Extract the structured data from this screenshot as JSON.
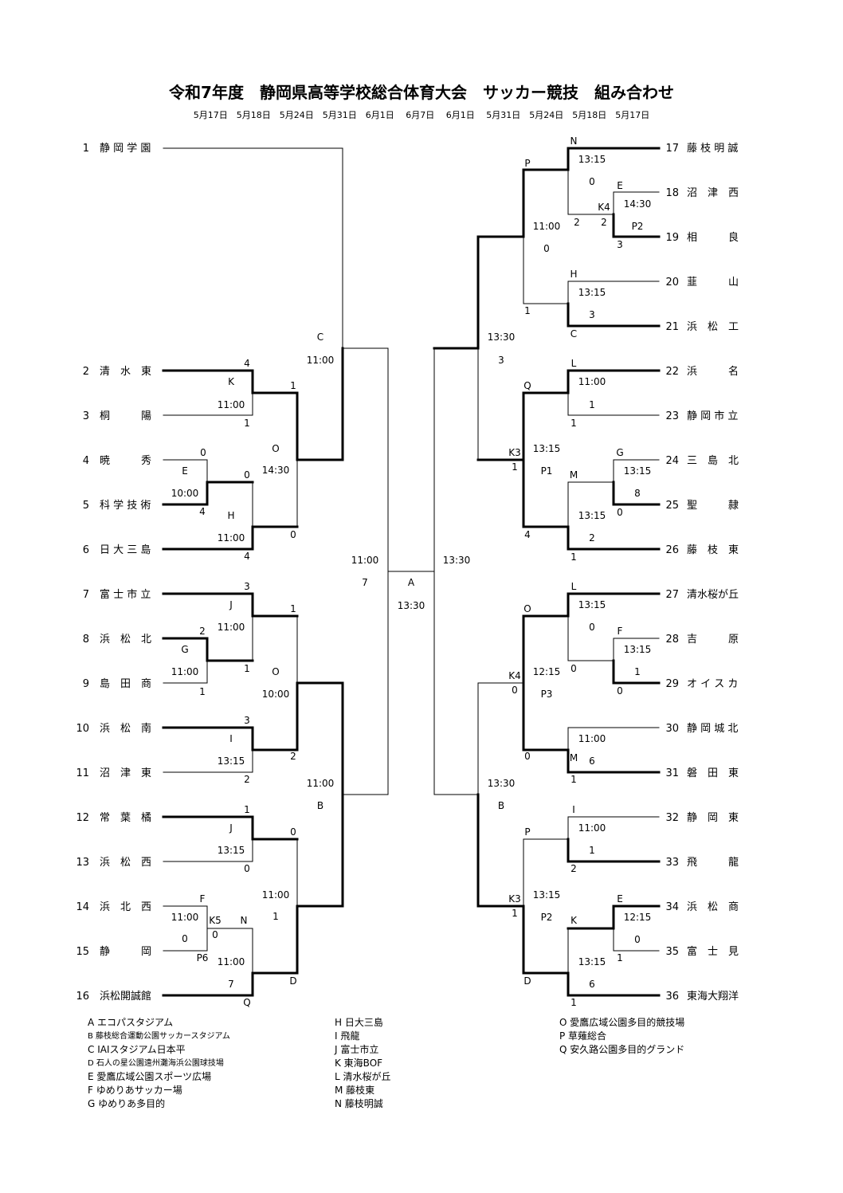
{
  "title": "令和7年度　静岡県高等学校総合体育大会　サッカー競技　組み合わせ",
  "dates": "5月17日　5月18日　5月24日　5月31日　6月1日　 6月7日 　6月1日　 5月31日　5月24日　5月18日　5月17日",
  "teams_left": [
    {
      "no": "1",
      "name": "静 岡 学 園"
    },
    {
      "no": "2",
      "name": "清　水　東"
    },
    {
      "no": "3",
      "name": "桐　　　陽"
    },
    {
      "no": "4",
      "name": "暁　　　秀"
    },
    {
      "no": "5",
      "name": "科 学 技 術"
    },
    {
      "no": "6",
      "name": "日 大 三 島"
    },
    {
      "no": "7",
      "name": "富 士 市 立"
    },
    {
      "no": "8",
      "name": "浜　松　北"
    },
    {
      "no": "9",
      "name": "島　田　商"
    },
    {
      "no": "10",
      "name": "浜　松　南"
    },
    {
      "no": "11",
      "name": "沼　津　東"
    },
    {
      "no": "12",
      "name": "常　葉　橘"
    },
    {
      "no": "13",
      "name": "浜　松　西"
    },
    {
      "no": "14",
      "name": "浜　北　西"
    },
    {
      "no": "15",
      "name": "静　　　岡"
    },
    {
      "no": "16",
      "name": "浜松開誠館"
    }
  ],
  "teams_right": [
    {
      "no": "17",
      "name": "藤 枝 明 誠"
    },
    {
      "no": "18",
      "name": "沼　津　西"
    },
    {
      "no": "19",
      "name": "相　　　良"
    },
    {
      "no": "20",
      "name": "韮　　　山"
    },
    {
      "no": "21",
      "name": "浜　松　工"
    },
    {
      "no": "22",
      "name": "浜　　　名"
    },
    {
      "no": "23",
      "name": "静 岡 市 立"
    },
    {
      "no": "24",
      "name": "三　島　北"
    },
    {
      "no": "25",
      "name": "聖　　　隷"
    },
    {
      "no": "26",
      "name": "藤　枝　東"
    },
    {
      "no": "27",
      "name": "清水桜が丘"
    },
    {
      "no": "28",
      "name": "吉　　　原"
    },
    {
      "no": "29",
      "name": "オ イ ス カ"
    },
    {
      "no": "30",
      "name": "静 岡 城 北"
    },
    {
      "no": "31",
      "name": "磐　田　東"
    },
    {
      "no": "32",
      "name": "静　岡　東"
    },
    {
      "no": "33",
      "name": "飛　　　龍"
    },
    {
      "no": "34",
      "name": "浜　松　商"
    },
    {
      "no": "35",
      "name": "富　士　見"
    },
    {
      "no": "36",
      "name": "東海大翔洋"
    }
  ],
  "final": {
    "venue": "A",
    "time": "13:30"
  },
  "legend_left": [
    {
      "key": "A",
      "text": "エコパスタジアム"
    },
    {
      "key": "B",
      "text": "藤枝総合運動公園サッカースタジアム"
    },
    {
      "key": "C",
      "text": "IAIスタジアム日本平"
    },
    {
      "key": "D",
      "text": "石人の星公園遠州灘海浜公園球技場"
    },
    {
      "key": "E",
      "text": "愛鷹広域公園スポーツ広場"
    },
    {
      "key": "F",
      "text": "ゆめりあサッカー場"
    },
    {
      "key": "G",
      "text": "ゆめりあ多目的"
    }
  ],
  "legend_mid": [
    {
      "key": "H",
      "text": "日大三島"
    },
    {
      "key": "I",
      "text": "飛龍"
    },
    {
      "key": "J",
      "text": "富士市立"
    },
    {
      "key": "K",
      "text": "東海BOF"
    },
    {
      "key": "L",
      "text": "清水桜が丘"
    },
    {
      "key": "M",
      "text": "藤枝東"
    },
    {
      "key": "N",
      "text": "藤枝明誠"
    }
  ],
  "legend_right": [
    {
      "key": "O",
      "text": "愛鷹広域公園多目的競技場"
    },
    {
      "key": "P",
      "text": "草薙総合"
    },
    {
      "key": "Q",
      "text": "安久路公園多目的グランド"
    }
  ],
  "bracket_labels": [
    "4",
    "K",
    "11:00",
    "1",
    "1",
    "0",
    "E",
    "10:00",
    "4",
    "0",
    "H",
    "11:00",
    "4",
    "O",
    "14:30",
    "0",
    "C",
    "11:00",
    "3",
    "J",
    "11:00",
    "2",
    "G",
    "11:00",
    "1",
    "1",
    "1",
    "3",
    "I",
    "13:15",
    "2",
    "O",
    "10:00",
    "2",
    "1",
    "J",
    "13:15",
    "0",
    "0",
    "F",
    "11:00",
    "0",
    "P6",
    "K5",
    "0",
    "N",
    "11:00",
    "7",
    "Q",
    "11:00",
    "1",
    "D",
    "11:00",
    "B",
    "11:00",
    "7",
    "N",
    "13:15",
    "0",
    "2",
    "E",
    "14:30",
    "P2",
    "K4",
    "2",
    "3",
    "P",
    "11:00",
    "0",
    "1",
    "H",
    "13:15",
    "3",
    "C",
    "13:30",
    "3",
    "L",
    "11:00",
    "1",
    "1",
    "G",
    "13:15",
    "8",
    "0",
    "M",
    "13:15",
    "2",
    "1",
    "Q",
    "13:15",
    "P1",
    "K3",
    "1",
    "4",
    "L",
    "13:15",
    "0",
    "F",
    "13:15",
    "1",
    "0",
    "0",
    "M",
    "11:00",
    "6",
    "1",
    "O",
    "12:15",
    "P3",
    "K4",
    "0",
    "0",
    "I",
    "11:00",
    "1",
    "2",
    "E",
    "12:15",
    "0",
    "1",
    "K",
    "13:15",
    "6",
    "1",
    "P",
    "13:15",
    "P2",
    "K3",
    "1",
    "D",
    "13:30",
    "B",
    "13:30"
  ]
}
